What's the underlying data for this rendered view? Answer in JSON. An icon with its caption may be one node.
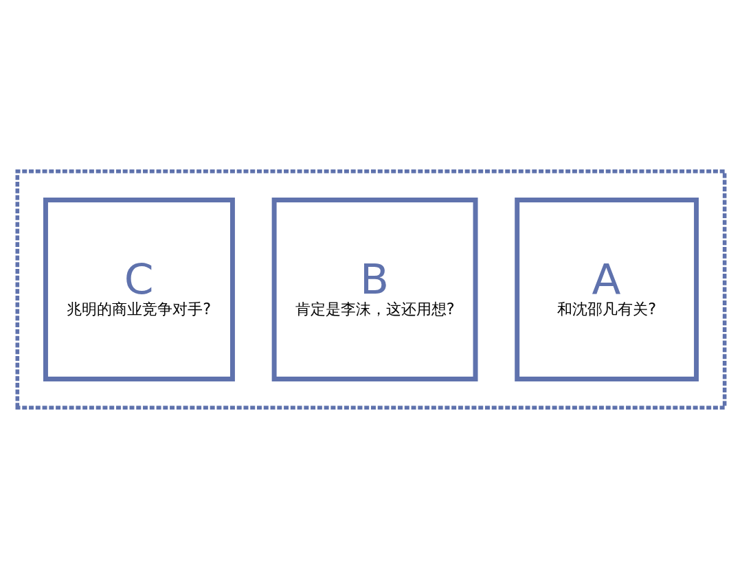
{
  "diagram": {
    "nodes": [
      {
        "text": [],
        "shape": "box"
      },
      {
        "text": [
          "A",
          "和沈邵凡有关?"
        ],
        "in": 0
      },
      {
        "text": [
          "B",
          "肯定是李沫，这还用想?"
        ],
        "in": 0
      },
      {
        "text": [
          "C",
          "兆明的商业竞争对手?"
        ],
        "in": 0
      }
    ]
  }
}
